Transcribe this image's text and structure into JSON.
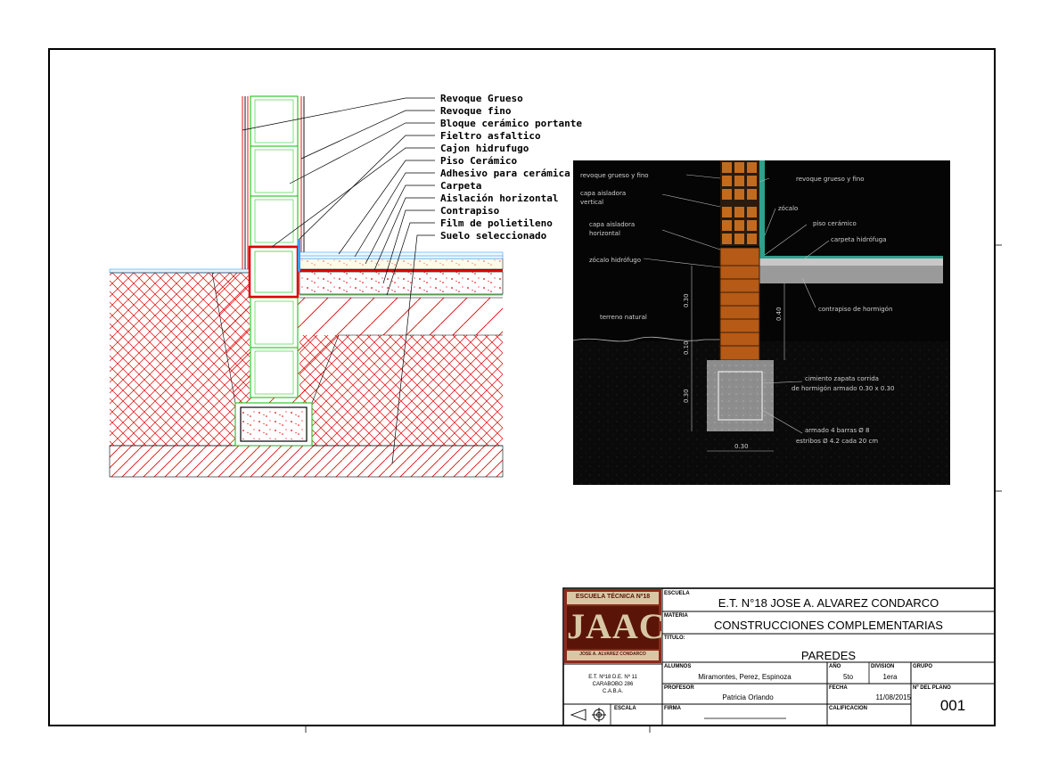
{
  "detail_labels": [
    "Revoque Grueso",
    "Revoque fino",
    "Bloque cerámico portante",
    "Fieltro asfaltico",
    "Cajon hidrufugo",
    "Piso Cerámico",
    "Adhesivo para cerámica",
    "Carpeta",
    "Aislación horizontal",
    "Contrapiso",
    "Film de polietileno",
    "Suelo seleccionado"
  ],
  "photo": {
    "labels": {
      "l1": "revoque grueso y fino",
      "l2": "capa aisladora",
      "l3": "vertical",
      "l4": "capa aisladora",
      "l5": "horizontal",
      "l6": "zócalo hidrófugo",
      "l7": "terreno natural",
      "r1": "revoque grueso y fino",
      "r2": "zócalo",
      "r3": "piso cerámico",
      "r4": "carpeta hidrófuga",
      "r5": "contrapiso de hormigón",
      "r6": "cimiento zapata corrida",
      "r7": "de hormigón armado 0.30 x 0.30",
      "r8": "armado 4 barras Ø 8",
      "r9": "estribos Ø 4.2 cada 20 cm"
    },
    "dims": {
      "d1": "0.30",
      "d2": "0.10",
      "d3": "0.30",
      "d4": "0.40",
      "d5": "0.30"
    }
  },
  "title_block": {
    "logo_top": "ESCUELA TÉCNICA Nº18",
    "logo_letters": "JAAC",
    "logo_bottom": "JOSE A. ALVAREZ CONDARCO",
    "address": [
      "E.T. Nº18 D.E. Nº 11",
      "CARABOBO 286",
      "C.A.B.A."
    ],
    "escuela_label": "ESCUELA",
    "escuela": "E.T. N°18 JOSE A. ALVAREZ CONDARCO",
    "materia_label": "MATERIA",
    "materia": "CONSTRUCCIONES COMPLEMENTARIAS",
    "titulo_label": "TITULO:",
    "titulo": "PAREDES",
    "alumnos_label": "ALUMNOS",
    "alumnos": "Miramontes, Perez, Espinoza",
    "anio_label": "AÑO",
    "anio": "5to",
    "division_label": "DIVISION",
    "division": "1era",
    "grupo_label": "GRUPO",
    "profesor_label": "PROFESOR",
    "profesor": "Patricia Orlando",
    "fecha_label": "FECHA",
    "fecha": "11/08/2015",
    "plano_label": "Nº DEL PLANO",
    "plano": "001",
    "escala_label": "ESCALA",
    "firma_label": "FIRMA",
    "calificacion_label": "CALIFICACION"
  },
  "colors": {
    "hatch": "#e00000",
    "block": "#00c000",
    "photo_bg": "#050505",
    "brick": "#b55a17",
    "border": "#000000"
  }
}
